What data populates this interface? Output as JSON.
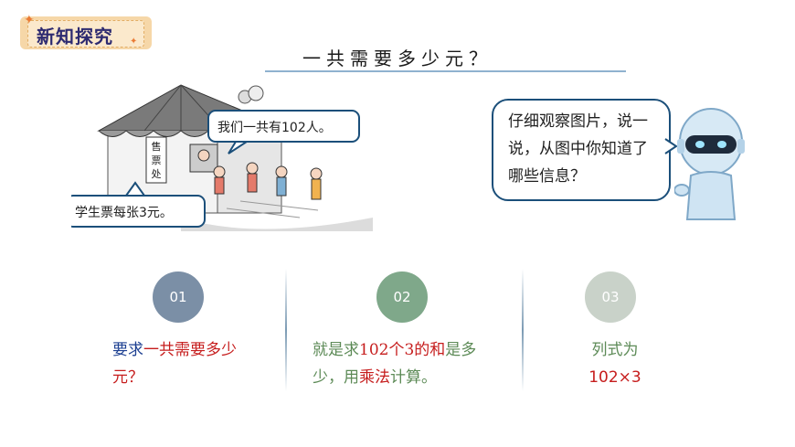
{
  "badge": {
    "label": "新知探究"
  },
  "title": "一共需要多少元？",
  "scene": {
    "kiosk_sign": "售票处",
    "callout_children": "我们一共有102人。",
    "callout_price": "学生票每张3元。"
  },
  "robot_bubble": "仔细观察图片，说一说，从图中你知道了哪些信息？",
  "steps": [
    {
      "number": "01",
      "text_blue": "要求",
      "text_red": "一共需要多少元？"
    },
    {
      "number": "02",
      "text_1": "就是求",
      "text_2": "102个3的和",
      "text_3": "是多少，用",
      "text_4": "乘法",
      "text_5": "计算。"
    },
    {
      "number": "03",
      "text_line1": "列式为",
      "text_line2": "102×3"
    }
  ],
  "colors": {
    "title_line": "#8fb2cf",
    "circle_1": "#7b8fa6",
    "circle_2": "#7fa88a",
    "circle_3": "#c9d2c9",
    "red": "#c61d1d",
    "green": "#5c8a56",
    "blue": "#1c3f91"
  }
}
